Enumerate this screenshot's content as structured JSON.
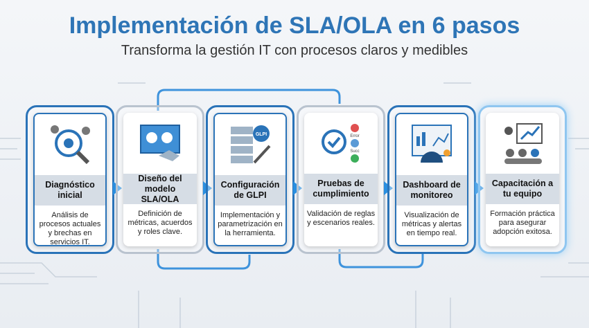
{
  "header": {
    "title": "Implementación de SLA/OLA en 6 pasos",
    "subtitle": "Transforma la gestión IT con procesos claros y medibles"
  },
  "colors": {
    "title": "#2e75b6",
    "accent": "#2a8fe0",
    "band": "#d6dde5"
  },
  "steps": [
    {
      "title": "Diagnóstico inicial",
      "description": "Análisis de procesos actuales y brechas en servicios IT.",
      "icon": "magnifier-gears-icon"
    },
    {
      "title": "Diseño del modelo SLA/OLA",
      "description": "Definición de métricas, acuerdos y roles clave.",
      "icon": "blueprint-handshake-icon"
    },
    {
      "title": "Configuración de GLPI",
      "description": "Implementación y parametrización en la herramienta.",
      "icon": "server-tools-icon",
      "icon_text": "GLPI"
    },
    {
      "title": "Pruebas de cumplimiento",
      "description": "Validación de reglas y escenarios reales.",
      "icon": "validation-cycle-icon",
      "icon_labels": [
        "Error",
        "Succ"
      ]
    },
    {
      "title": "Dashboard de monitoreo",
      "description": "Visualización de métricas y alertas en tiempo real.",
      "icon": "dashboard-gauge-icon"
    },
    {
      "title": "Capacitación a tu equipo",
      "description": "Formación práctica para asegurar adopción exitosa.",
      "icon": "presentation-team-icon"
    }
  ]
}
